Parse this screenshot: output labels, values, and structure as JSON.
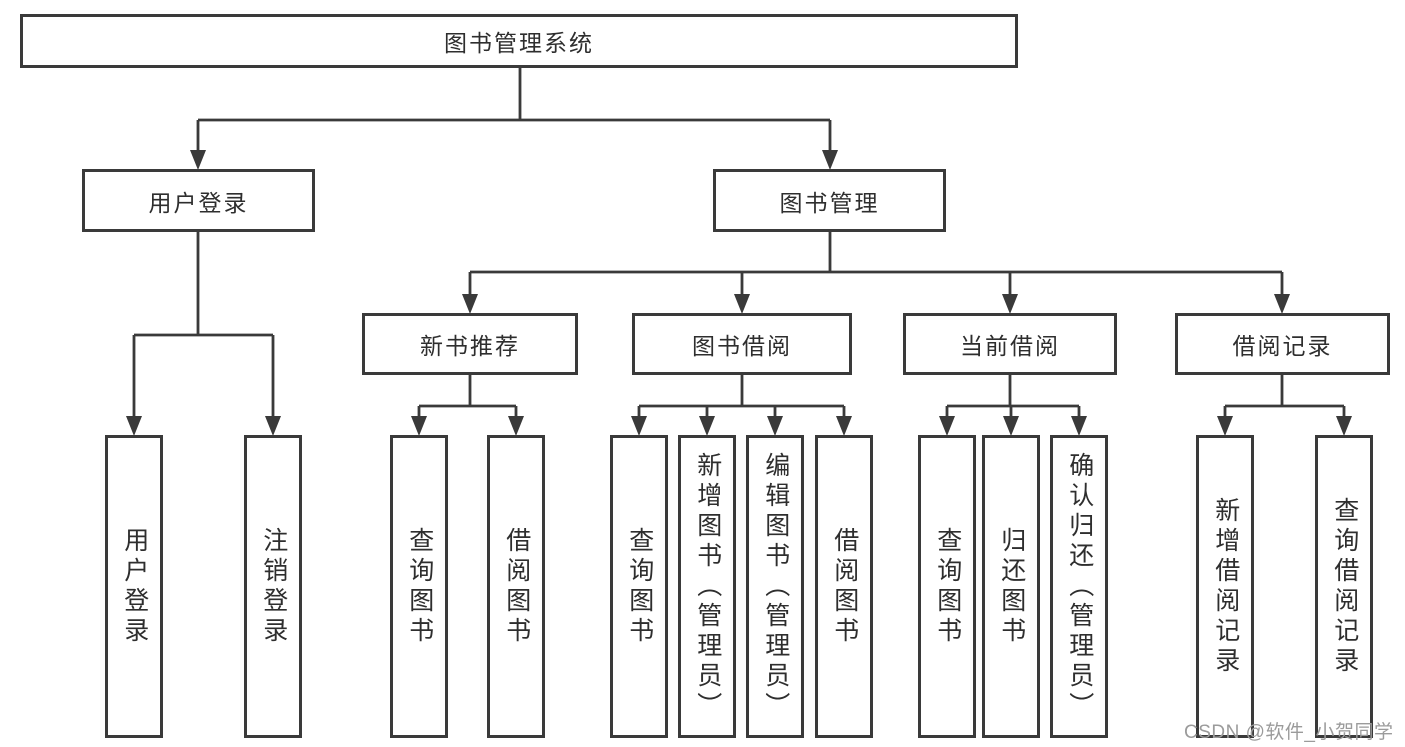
{
  "tree": {
    "label": "图书管理系统",
    "children": [
      {
        "label": "用户登录",
        "children": [
          {
            "label": "用户登录"
          },
          {
            "label": "注销登录"
          }
        ]
      },
      {
        "label": "图书管理",
        "children": [
          {
            "label": "新书推荐",
            "children": [
              {
                "label": "查询图书"
              },
              {
                "label": "借阅图书"
              }
            ]
          },
          {
            "label": "图书借阅",
            "children": [
              {
                "label": "查询图书"
              },
              {
                "label": "新增图书（管理员）"
              },
              {
                "label": "编辑图书（管理员）"
              },
              {
                "label": "借阅图书"
              }
            ]
          },
          {
            "label": "当前借阅",
            "children": [
              {
                "label": "查询图书"
              },
              {
                "label": "归还图书"
              },
              {
                "label": "确认归还（管理员）"
              }
            ]
          },
          {
            "label": "借阅记录",
            "children": [
              {
                "label": "新增借阅记录"
              },
              {
                "label": "查询借阅记录"
              }
            ]
          }
        ]
      }
    ]
  },
  "watermark": {
    "text": "CSDN @软件_小贺同学"
  },
  "colors": {
    "line": "#3a3a3a",
    "text": "#2e2e2e",
    "watermark": "#9b9b9b",
    "background": "#ffffff"
  }
}
